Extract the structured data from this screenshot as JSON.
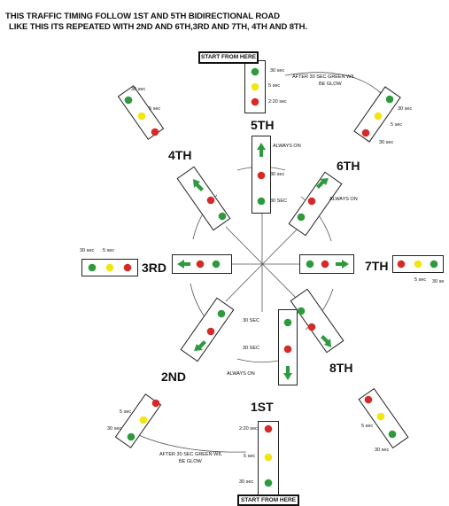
{
  "header": {
    "line1": "THIS TRAFFIC TIMING FOLLOW 1ST AND 5TH BIDIRECTIONAL ROAD",
    "line2": "LIKE THIS ITS REPEATED WITH 2ND AND 6TH,3RD AND 7TH, 4TH AND 8TH."
  },
  "roads": {
    "first": "1ST",
    "second": "2ND",
    "third": "3RD",
    "fourth": "4TH",
    "fifth": "5TH",
    "sixth": "6TH",
    "seventh": "7TH",
    "eighth": "8TH"
  },
  "labels": {
    "start_top": "START FROM HERE",
    "start_bottom": "START FROM HERE",
    "sec30": "30 sec",
    "sec5": "5 sec",
    "sec220": "2:20 sec",
    "SEC30": "30 SEC",
    "always_on": "ALWAYS ON",
    "after_note_1": "AFTER 30 SEC GREEN WIL",
    "after_note_2": "BE GLOW",
    "cutoff_30": "30 se"
  },
  "colors": {
    "red": "#d42a2a",
    "yellow": "#f2e60e",
    "green": "#2e9a3e",
    "arrow": "#2e9a3e",
    "line": "#555555"
  }
}
